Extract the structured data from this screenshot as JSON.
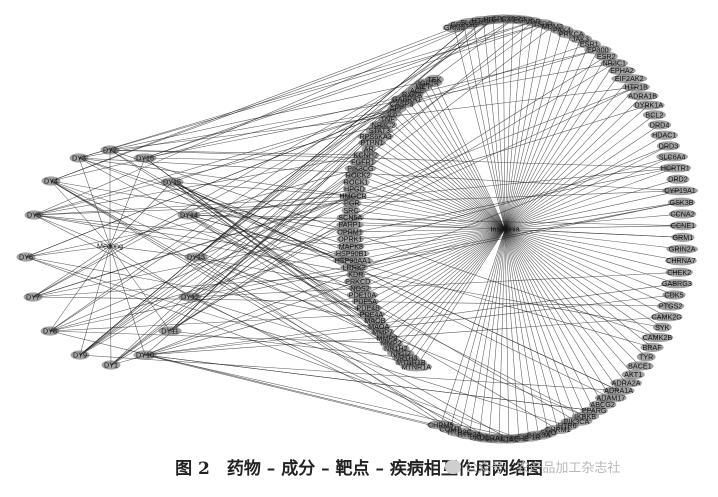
{
  "caption": "图 2　药物 – 成分 – 靶点 – 疾病相互作用网络图",
  "watermark": {
    "text": "公众号 · 农产品加工杂志社",
    "icon": "wechat-icon"
  },
  "colors": {
    "edge": "#1a1a1a",
    "node_fill": "#555555",
    "label": "#111111",
    "background": "#ffffff"
  },
  "hubs": [
    {
      "id": "medong",
      "label": "Medong"
    },
    {
      "id": "insomnia",
      "label": "Insomnia"
    }
  ],
  "ingredients": [
    "DY1",
    "DY2",
    "DY3",
    "DY4",
    "DY5",
    "DY6",
    "DY7",
    "DY8",
    "DY9",
    "DY10",
    "DY11",
    "DY12",
    "DY13",
    "DY14",
    "DY15",
    "DY16"
  ],
  "targets_outer": [
    "GRM5",
    "GRIN3B",
    "SLC6A3",
    "HTR3A",
    "HRH1",
    "GPR35",
    "CXCR4",
    "EGFR",
    "VDR",
    "TSPO",
    "MDM2",
    "PAK4",
    "PRKCA",
    "JAK3",
    "ESR1",
    "EP300",
    "ESR2",
    "NR3C1",
    "EPHA2",
    "EIF2AK2",
    "HTR1B",
    "ADRA1B",
    "DYRK1A",
    "BCL2",
    "DRD4",
    "HDAC1",
    "DRD3",
    "SLC6A4",
    "HCRTR1",
    "DRD2",
    "CYP19A1",
    "GSK3B",
    "CCNA2",
    "CCNE1",
    "GRM1",
    "GRIN2A",
    "CHRNA7",
    "CHEK2",
    "GABRG3",
    "CDK5",
    "PTGS2",
    "CAMK2G",
    "SYK",
    "CAMK2B",
    "BRAF",
    "TYR",
    "BACE1",
    "AKT1",
    "ADRA2A",
    "ADRA1A",
    "ADAM17",
    "ABCG2",
    "PPARG",
    "IKBKB",
    "PIK3CA",
    "HTR6",
    "CHRM1",
    "SMO",
    "GSK3A",
    "CSF1R",
    "BCHE",
    "ACHE",
    "MAPK14",
    "ADORA1",
    "DRD1",
    "HTR2A",
    "HTR2C",
    "COMT",
    "CHRM5"
  ],
  "targets_inner": [
    "MTNR1A",
    "MTNR1B",
    "NR1H3",
    "NR1I2",
    "NR1H2",
    "MMP2",
    "MMP9",
    "MMP7",
    "MAOA",
    "MAOB",
    "PDE4A",
    "PDE4B",
    "PDE5A",
    "PDE10A",
    "NOS2",
    "PRKCD",
    "KDR",
    "LRRK2",
    "HSP90AA1",
    "HSP90B1",
    "MAPK8",
    "OPRK1",
    "OPRM1",
    "PARP1",
    "SCN5A",
    "SRC",
    "PGR",
    "HMGCR",
    "HPGD",
    "ROCK1",
    "ROCK2",
    "PIK3CG",
    "FGFR1",
    "KCNH2",
    "AR",
    "PTPN1",
    "RPS6KA3",
    "STAT3",
    "NR3C2",
    "TNF",
    "IL6",
    "APP",
    "CASP3",
    "GABRA1",
    "RXRA",
    "ACE",
    "MET",
    "IGF1R",
    "TEK"
  ],
  "edges": {
    "medong": [
      "DY1",
      "DY2",
      "DY3",
      "DY4",
      "DY5",
      "DY6",
      "DY7",
      "DY8",
      "DY9",
      "DY10",
      "DY11",
      "DY12",
      "DY13",
      "DY14",
      "DY15",
      "DY16"
    ]
  }
}
